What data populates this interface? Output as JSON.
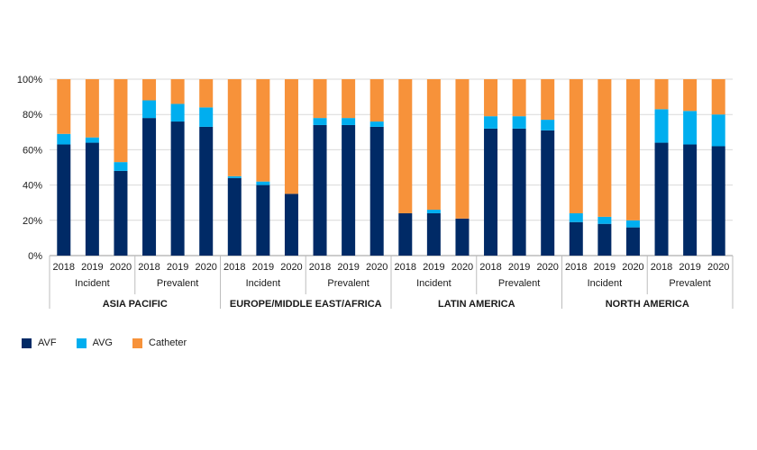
{
  "chart_data": {
    "type": "bar",
    "stacked": true,
    "ylim": [
      0,
      100
    ],
    "y_ticks": [
      "0%",
      "20%",
      "40%",
      "60%",
      "80%",
      "100%"
    ],
    "grid": true,
    "legend_placement": "bottom-left",
    "series": [
      {
        "name": "AVF",
        "color": "#002a66"
      },
      {
        "name": "AVG",
        "color": "#00aeef"
      },
      {
        "name": "Catheter",
        "color": "#f7923a"
      }
    ],
    "regions": [
      {
        "name": "ASIA PACIFIC",
        "groups": [
          {
            "name": "Incident",
            "bars": [
              {
                "year": "2018",
                "AVF": 63,
                "AVG": 6,
                "Catheter": 31
              },
              {
                "year": "2019",
                "AVF": 64,
                "AVG": 3,
                "Catheter": 33
              },
              {
                "year": "2020",
                "AVF": 48,
                "AVG": 5,
                "Catheter": 47
              }
            ]
          },
          {
            "name": "Prevalent",
            "bars": [
              {
                "year": "2018",
                "AVF": 78,
                "AVG": 10,
                "Catheter": 12
              },
              {
                "year": "2019",
                "AVF": 76,
                "AVG": 10,
                "Catheter": 14
              },
              {
                "year": "2020",
                "AVF": 73,
                "AVG": 11,
                "Catheter": 16
              }
            ]
          }
        ]
      },
      {
        "name": "EUROPE/MIDDLE EAST/AFRICA",
        "groups": [
          {
            "name": "Incident",
            "bars": [
              {
                "year": "2018",
                "AVF": 44,
                "AVG": 1,
                "Catheter": 55
              },
              {
                "year": "2019",
                "AVF": 40,
                "AVG": 2,
                "Catheter": 58
              },
              {
                "year": "2020",
                "AVF": 35,
                "AVG": 0,
                "Catheter": 65
              }
            ]
          },
          {
            "name": "Prevalent",
            "bars": [
              {
                "year": "2018",
                "AVF": 74,
                "AVG": 4,
                "Catheter": 22
              },
              {
                "year": "2019",
                "AVF": 74,
                "AVG": 4,
                "Catheter": 22
              },
              {
                "year": "2020",
                "AVF": 73,
                "AVG": 3,
                "Catheter": 24
              }
            ]
          }
        ]
      },
      {
        "name": "LATIN AMERICA",
        "groups": [
          {
            "name": "Incident",
            "bars": [
              {
                "year": "2018",
                "AVF": 24,
                "AVG": 0,
                "Catheter": 76
              },
              {
                "year": "2019",
                "AVF": 24,
                "AVG": 2,
                "Catheter": 74
              },
              {
                "year": "2020",
                "AVF": 21,
                "AVG": 0,
                "Catheter": 79
              }
            ]
          },
          {
            "name": "Prevalent",
            "bars": [
              {
                "year": "2018",
                "AVF": 72,
                "AVG": 7,
                "Catheter": 21
              },
              {
                "year": "2019",
                "AVF": 72,
                "AVG": 7,
                "Catheter": 21
              },
              {
                "year": "2020",
                "AVF": 71,
                "AVG": 6,
                "Catheter": 23
              }
            ]
          }
        ]
      },
      {
        "name": "NORTH AMERICA",
        "groups": [
          {
            "name": "Incident",
            "bars": [
              {
                "year": "2018",
                "AVF": 19,
                "AVG": 5,
                "Catheter": 76
              },
              {
                "year": "2019",
                "AVF": 18,
                "AVG": 4,
                "Catheter": 78
              },
              {
                "year": "2020",
                "AVF": 16,
                "AVG": 4,
                "Catheter": 80
              }
            ]
          },
          {
            "name": "Prevalent",
            "bars": [
              {
                "year": "2018",
                "AVF": 64,
                "AVG": 19,
                "Catheter": 17
              },
              {
                "year": "2019",
                "AVF": 63,
                "AVG": 19,
                "Catheter": 18
              },
              {
                "year": "2020",
                "AVF": 62,
                "AVG": 18,
                "Catheter": 20
              }
            ]
          }
        ]
      }
    ]
  }
}
